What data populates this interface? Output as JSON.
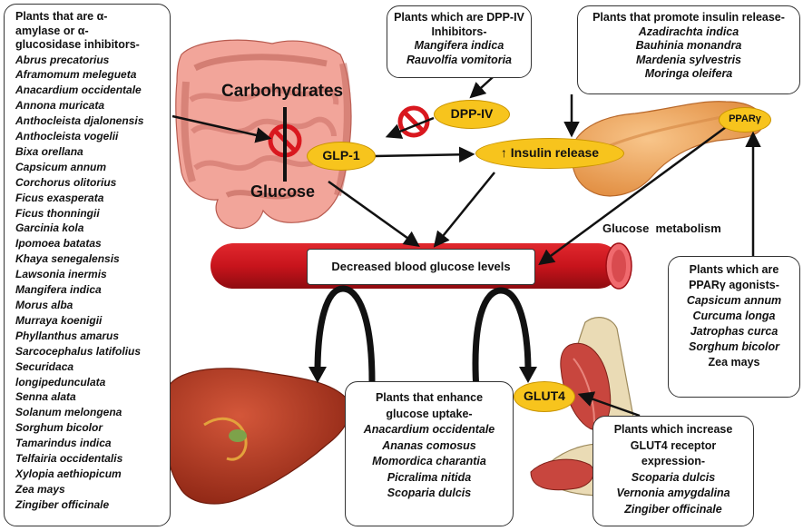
{
  "alpha_box": {
    "heading_lines": [
      "Plants that are α-",
      "amylase or α-",
      "glucosidase inhibitors-"
    ],
    "plants": [
      "Abrus precatorius",
      "Aframomum melegueta",
      "Anacardium occidentale",
      "Annona muricata",
      "Anthocleista djalonensis",
      "Anthocleista vogelii",
      "Bixa orellana",
      "Capsicum annum",
      "Corchorus olitorius",
      "Ficus exasperata",
      "Ficus thonningii",
      "Garcinia kola",
      "Ipomoea batatas",
      "Khaya senegalensis",
      "Lawsonia inermis",
      "Mangifera indica",
      "Morus alba",
      "Murraya koenigii",
      "Phyllanthus amarus",
      "Sarcocephalus latifolius",
      "Securidaca",
      "longipedunculata",
      "Senna alata",
      "Solanum melongena",
      "Sorghum bicolor",
      "Tamarindus indica",
      "Telfairia occidentalis",
      "Xylopia aethiopicum",
      "Zea mays",
      "Zingiber officinale"
    ]
  },
  "dpp_box": {
    "heading_lines": [
      "Plants which are DPP-IV",
      "Inhibitors-"
    ],
    "plants": [
      "Mangifera indica",
      "Rauvolfia vomitoria"
    ]
  },
  "insulin_box": {
    "heading": "Plants that promote insulin release-",
    "plants": [
      "Azadirachta indica",
      "Bauhinia monandra",
      "Mardenia sylvestris",
      "Moringa oleifera"
    ]
  },
  "ppar_box": {
    "heading_lines": [
      "Plants which are",
      "PPARγ agonists-"
    ],
    "plants": [
      "Capsicum annum",
      "Curcuma longa",
      "Jatrophas curca",
      "Sorghum bicolor"
    ],
    "extra": "Zea mays"
  },
  "uptake_box": {
    "heading_lines": [
      "Plants that enhance",
      "glucose uptake-"
    ],
    "plants": [
      "Anacardium occidentale",
      "Ananas comosus",
      "Momordica charantia",
      "Picralima nitida",
      "Scoparia dulcis"
    ]
  },
  "glut4_box": {
    "heading_lines": [
      "Plants which increase",
      "GLUT4 receptor",
      "expression-"
    ],
    "plants": [
      "Scoparia dulcis",
      "Vernonia amygdalina",
      "Zingiber officinale"
    ]
  },
  "labels": {
    "carbohydrates": "Carbohydrates",
    "glucose": "Glucose",
    "glp1": "GLP-1",
    "dpp4": "DPP-IV",
    "insulin_release": "↑ Insulin release",
    "ppar": "PPARγ",
    "glut4": "GLUT4",
    "glucose_metabolism": "Glucose  metabolism",
    "blood_glucose": "Decreased blood glucose levels"
  },
  "colors": {
    "pill_fill": "#f7c41d",
    "vessel_red": "#c8141c",
    "inhibit_red": "#d9181f",
    "intestine_pink": "#f2a59a",
    "pancreas_orange": "#f0a866",
    "liver_red": "#b4351c"
  }
}
